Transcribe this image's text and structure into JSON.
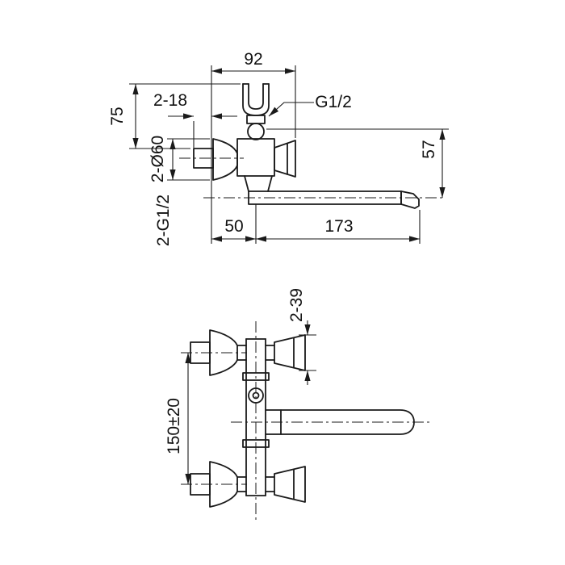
{
  "drawing": {
    "background": "#ffffff",
    "line_color": "#1a1a1a",
    "side_view": {
      "dim_width_top": "92",
      "dim_nipple_length": "2-18",
      "label_thread_shower": "G1/2",
      "dim_height_body": "75",
      "dim_escutcheon_dia": "2-Ø60",
      "dim_spout_drop": "57",
      "dim_offset": "50",
      "dim_spout_length": "173",
      "label_thread_wall": "2-G1/2"
    },
    "front_view": {
      "dim_handle_dia": "2-39",
      "dim_inlet_centers": "150±20"
    }
  }
}
